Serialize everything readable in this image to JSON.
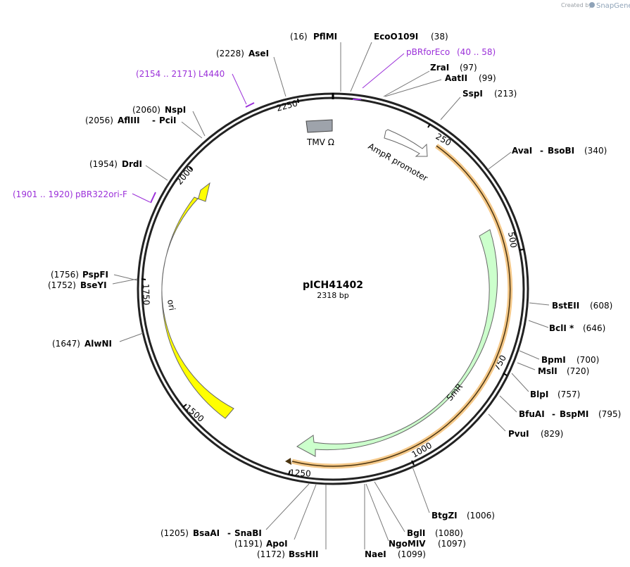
{
  "plasmid": {
    "name": "pICH41402",
    "length_label": "2318 bp"
  },
  "watermark": {
    "prefix": "Created by",
    "brand": "SnapGene"
  },
  "ticks": [
    "250",
    "500",
    "750",
    "1000",
    "1250",
    "1500",
    "1750",
    "2000",
    "2250"
  ],
  "features": {
    "tmv": "TMV Ω",
    "ampr_promoter": "AmpR promoter",
    "smr": "SmR",
    "ori": "ori"
  },
  "colors": {
    "ori": "#ffff00",
    "smr": "#ccffcc",
    "orf_outline": "#f5c98a",
    "primer": "#9b30d9",
    "tmv": "#9ea3ab"
  },
  "sites": [
    {
      "key": "pfmi",
      "pos": "(16)",
      "name": "PflMI"
    },
    {
      "key": "eco",
      "pos": "(38)",
      "name": "EcoO109I"
    },
    {
      "key": "zra",
      "pos": "(97)",
      "name": "ZraI"
    },
    {
      "key": "aat",
      "pos": "(99)",
      "name": "AatII"
    },
    {
      "key": "ssp",
      "pos": "(213)",
      "name": "SspI"
    },
    {
      "key": "ava",
      "pos": "(340)",
      "name": "AvaI",
      "name2": "BsoBI"
    },
    {
      "key": "bst",
      "pos": "(608)",
      "name": "BstEII"
    },
    {
      "key": "bcl",
      "pos": "(646)",
      "name": "BclI *"
    },
    {
      "key": "bpm",
      "pos": "(700)",
      "name": "BpmI"
    },
    {
      "key": "msl",
      "pos": "(720)",
      "name": "MslI"
    },
    {
      "key": "blp",
      "pos": "(757)",
      "name": "BlpI"
    },
    {
      "key": "bfu",
      "pos": "(795)",
      "name": "BfuAI",
      "name2": "BspMI"
    },
    {
      "key": "pvu",
      "pos": "(829)",
      "name": "PvuI"
    },
    {
      "key": "btg",
      "pos": "(1006)",
      "name": "BtgZI"
    },
    {
      "key": "bgl",
      "pos": "(1080)",
      "name": "BglI"
    },
    {
      "key": "ngo",
      "pos": "(1097)",
      "name": "NgoMIV"
    },
    {
      "key": "nae",
      "pos": "(1099)",
      "name": "NaeI"
    },
    {
      "key": "bssh",
      "pos": "(1172)",
      "name": "BssHII"
    },
    {
      "key": "apo",
      "pos": "(1191)",
      "name": "ApoI"
    },
    {
      "key": "bsaa",
      "pos": "(1205)",
      "name": "BsaAI",
      "name2": "SnaBI"
    },
    {
      "key": "alw",
      "pos": "(1647)",
      "name": "AlwNI"
    },
    {
      "key": "bsey",
      "pos": "(1752)",
      "name": "BseYI"
    },
    {
      "key": "pspf",
      "pos": "(1756)",
      "name": "PspFI"
    },
    {
      "key": "drd",
      "pos": "(1954)",
      "name": "DrdI"
    },
    {
      "key": "afl",
      "pos": "(2056)",
      "name": "AflIII",
      "name2": "PciI"
    },
    {
      "key": "nsp",
      "pos": "(2060)",
      "name": "NspI"
    },
    {
      "key": "ase",
      "pos": "(2228)",
      "name": "AseI"
    }
  ],
  "primers": [
    {
      "key": "pbrfor",
      "name": "pBRforEco",
      "range": "(40 .. 58)"
    },
    {
      "key": "l4440",
      "name": "L4440",
      "range": "(2154 .. 2171)"
    },
    {
      "key": "pbr322",
      "name": "pBR322ori-F",
      "range": "(1901 .. 1920)"
    }
  ]
}
